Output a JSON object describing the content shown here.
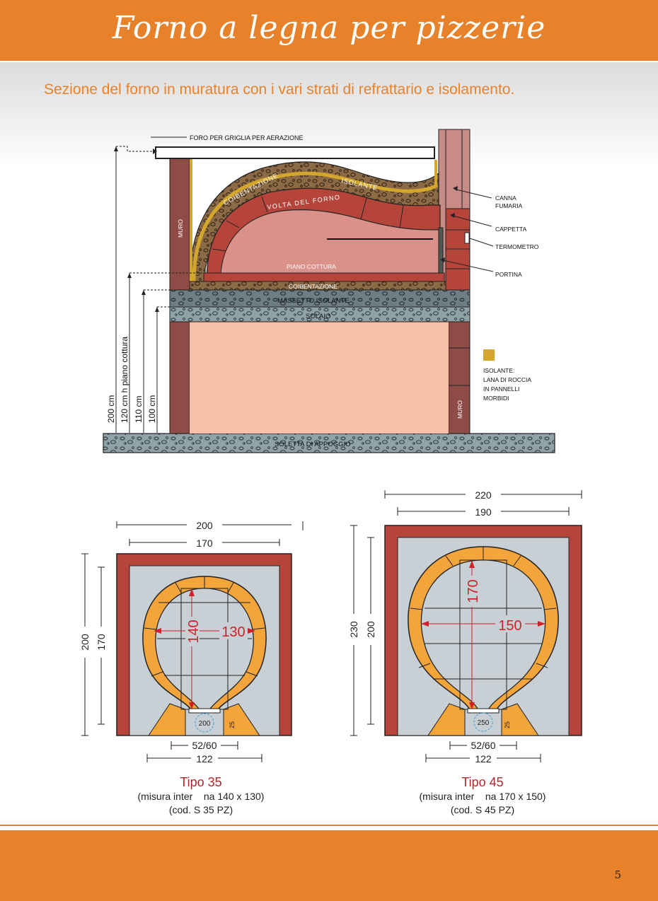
{
  "header": {
    "title": "Forno a legna per pizzerie"
  },
  "subtitle": "Sezione del forno in muratura con i vari strati di refrattario e isolamento.",
  "section": {
    "top_label": "FORO PER GRIGLIA PER AERAZIONE",
    "labels": {
      "muro_left": "MURO",
      "muro_right": "MURO",
      "coibentazione_top": "COIBENTAZIONE",
      "isolante": "ISOLANTE",
      "volta": "VOLTA DEL FORNO",
      "piano": "PIANO COTTURA",
      "coibentazione_base": "COIBENTAZIONE",
      "massetto": "MASSETTO ISOLANTE",
      "solaio": "SOLAIO",
      "soletta": "SOLETTA DI APPOGGIO"
    },
    "callouts": {
      "canna_1": "CANNA",
      "canna_2": "FUMARIA",
      "cappetta": "CAPPETTA",
      "termometro": "TERMOMETRO",
      "portina": "PORTINA"
    },
    "legend": {
      "color": "#d4a72c",
      "line1": "ISOLANTE:",
      "line2": "LANA DI ROCCIA",
      "line3": "IN PANNELLI",
      "line4": "MORBIDI"
    },
    "heights": {
      "h200": "200 cm",
      "h120": "120 cm h piano cottura",
      "h110": "110 cm",
      "h100": "100 cm"
    }
  },
  "plans": [
    {
      "outer_width": "200",
      "inner_width": "170",
      "outer_height": "200",
      "inner_height": "170",
      "depth": "140",
      "width": "130",
      "circle": "200",
      "gap": "25",
      "mouth": "52/60",
      "base": "122",
      "title": "Tipo 35",
      "subtitle": "(misura inter    na 140 x 130)",
      "code": "(cod. S 35 PZ)"
    },
    {
      "outer_width": "220",
      "inner_width": "190",
      "outer_height": "230",
      "inner_height": "200",
      "depth": "170",
      "width": "150",
      "circle": "250",
      "gap": "25",
      "mouth": "52/60",
      "base": "122",
      "title": "Tipo 45",
      "subtitle": "(misura inter    na 170 x 150)",
      "code": "(cod. S 45 PZ)"
    }
  ],
  "page_number": "5",
  "colors": {
    "orange": "#e8822a",
    "brick": "#b5453a",
    "wall": "#8f4b45",
    "interior": "#d9918a",
    "base_fill": "#f8c0a8",
    "insulation": "#8b6a45",
    "refractory": "#f3a43a",
    "plan_grey": "#c8d0d5",
    "dimension_red": "#d0202a"
  }
}
